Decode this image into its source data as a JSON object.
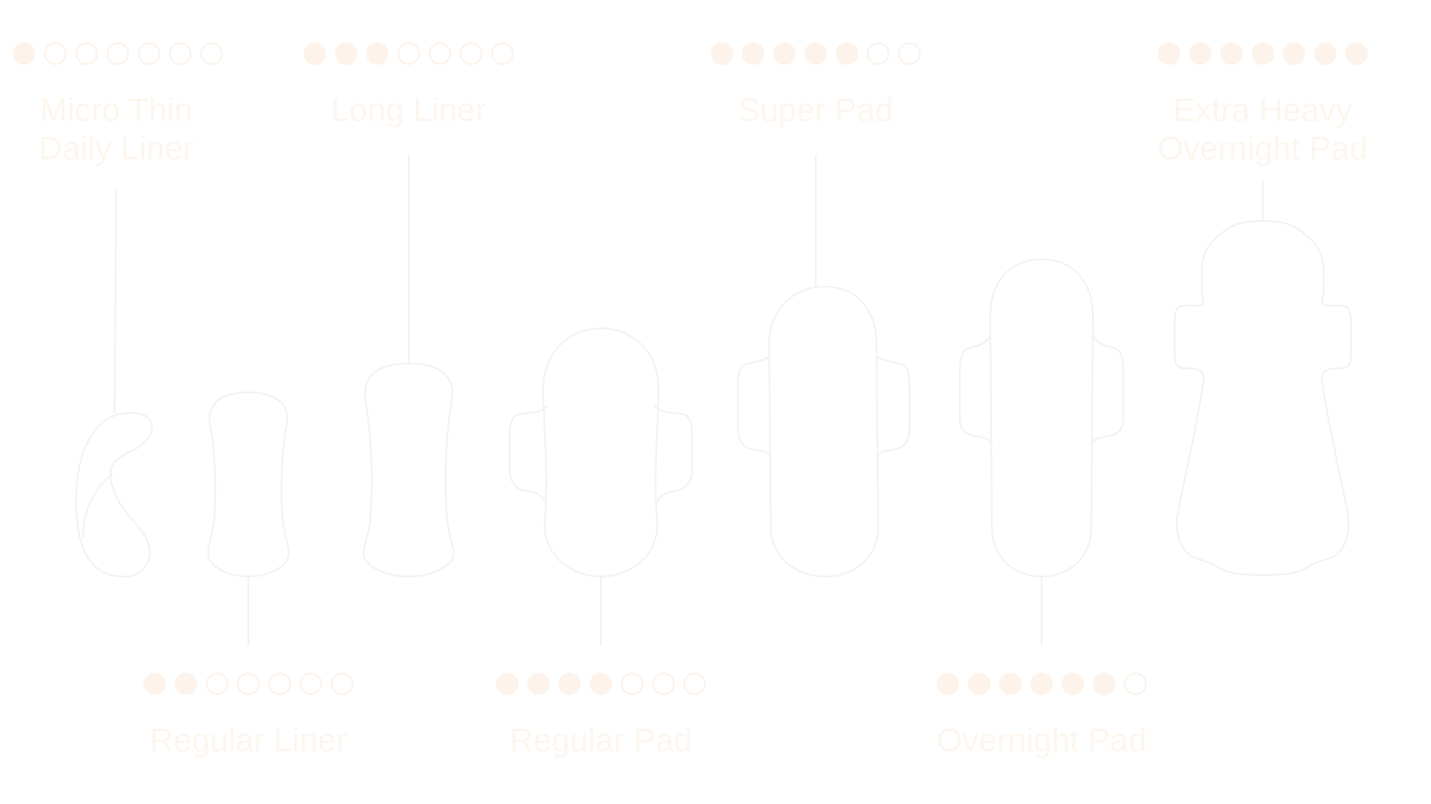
{
  "colors": {
    "dot_filled": "#fdf3ea",
    "dot_empty_border": "#fbf2ea",
    "label_text": "#fdf6ef",
    "outline": "#f4f1ee",
    "background": "#ffffff"
  },
  "products": [
    {
      "id": "micro-thin-daily-liner",
      "label_lines": [
        "Micro Thin",
        "Daily Liner"
      ],
      "absorbency": 1,
      "max": 7,
      "label_position": "top"
    },
    {
      "id": "regular-liner",
      "label_lines": [
        "Regular Liner"
      ],
      "absorbency": 2,
      "max": 7,
      "label_position": "bottom"
    },
    {
      "id": "long-liner",
      "label_lines": [
        "Long Liner"
      ],
      "absorbency": 3,
      "max": 7,
      "label_position": "top"
    },
    {
      "id": "regular-pad",
      "label_lines": [
        "Regular Pad"
      ],
      "absorbency": 4,
      "max": 7,
      "label_position": "bottom"
    },
    {
      "id": "super-pad",
      "label_lines": [
        "Super Pad"
      ],
      "absorbency": 5,
      "max": 7,
      "label_position": "top"
    },
    {
      "id": "overnight-pad",
      "label_lines": [
        "Overnight Pad"
      ],
      "absorbency": 6,
      "max": 7,
      "label_position": "bottom"
    },
    {
      "id": "extra-heavy-overnight-pad",
      "label_lines": [
        "Extra Heavy",
        "Overnight Pad"
      ],
      "absorbency": 7,
      "max": 7,
      "label_position": "top"
    }
  ]
}
